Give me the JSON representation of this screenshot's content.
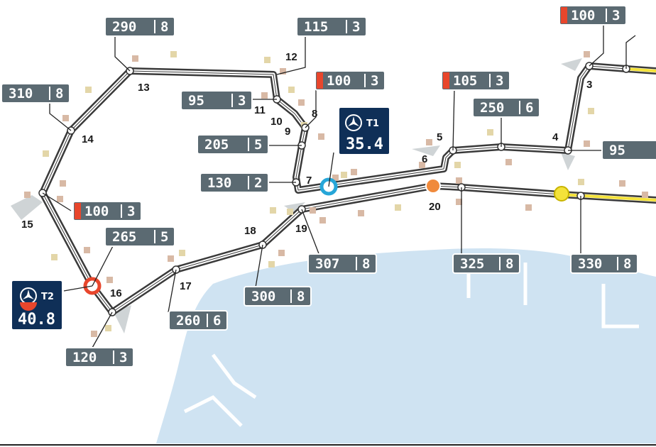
{
  "colors": {
    "water": "#cfe3f2",
    "track_outer": "#3a3a3a",
    "track_inner": "#ffffff",
    "drs_yellow": "#f4e23a",
    "brake_red": "#e8462c",
    "speed_trap_blue": "#26a6d8",
    "sector_orange": "#f08a3c",
    "tag_grey": "#5b6a72",
    "speed_box": "#0f2f57"
  },
  "turns": [
    "3",
    "4",
    "5",
    "6",
    "7",
    "8",
    "9",
    "10",
    "11",
    "12",
    "13",
    "14",
    "15",
    "16",
    "17",
    "18",
    "19",
    "20"
  ],
  "tags": [
    {
      "speed": "290",
      "gear": "8",
      "brake": false
    },
    {
      "speed": "115",
      "gear": "3",
      "brake": false
    },
    {
      "speed": "100",
      "gear": "3",
      "brake": true
    },
    {
      "speed": "310",
      "gear": "8",
      "brake": false
    },
    {
      "speed": "95",
      "gear": "3",
      "brake": false
    },
    {
      "speed": "205",
      "gear": "5",
      "brake": false
    },
    {
      "speed": "130",
      "gear": "2",
      "brake": false
    },
    {
      "speed": "100",
      "gear": "3",
      "brake": true
    },
    {
      "speed": "265",
      "gear": "5",
      "brake": false
    },
    {
      "speed": "120",
      "gear": "3",
      "brake": false
    },
    {
      "speed": "260",
      "gear": "6",
      "brake": false
    },
    {
      "speed": "300",
      "gear": "8",
      "brake": false
    },
    {
      "speed": "307",
      "gear": "8",
      "brake": false
    },
    {
      "speed": "105",
      "gear": "3",
      "brake": true
    },
    {
      "speed": "250",
      "gear": "6",
      "brake": false
    },
    {
      "speed": "325",
      "gear": "8",
      "brake": false
    },
    {
      "speed": "330",
      "gear": "8",
      "brake": false
    },
    {
      "speed": "100",
      "gear": "3",
      "brake": true
    },
    {
      "speed": "95",
      "gear": "",
      "brake": false
    }
  ],
  "speed_markers": [
    {
      "label": "T1",
      "value": "35.4"
    },
    {
      "label": "T2",
      "value": "40.8"
    }
  ],
  "logo_icon": "mercedes-star-icon"
}
